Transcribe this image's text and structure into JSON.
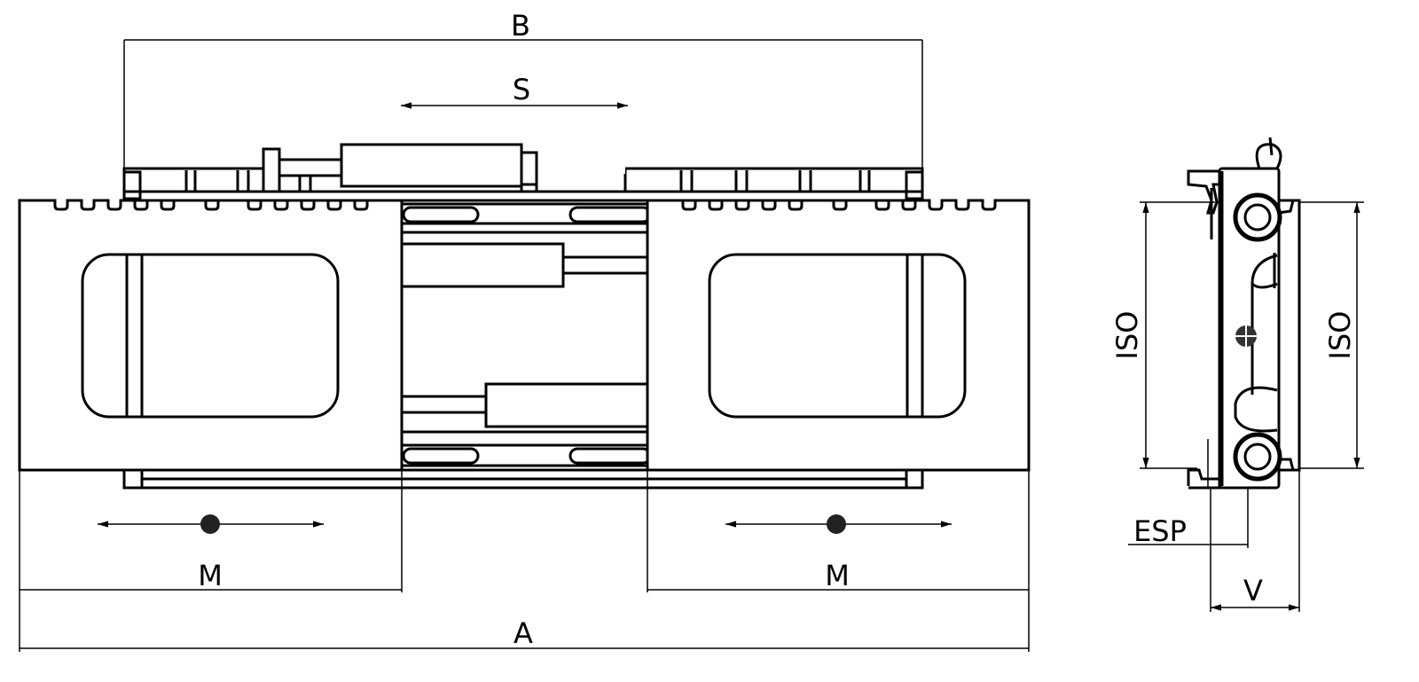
{
  "title": "Fork positioner dimension drawing",
  "labels": {
    "B": "B",
    "S": "S",
    "M_left": "M",
    "M_right": "M",
    "A": "A",
    "ISO_left": "ISO",
    "ISO_right": "ISO",
    "ESP": "ESP",
    "V": "V"
  },
  "colors": {
    "line": "#000000",
    "background": "#ffffff"
  }
}
